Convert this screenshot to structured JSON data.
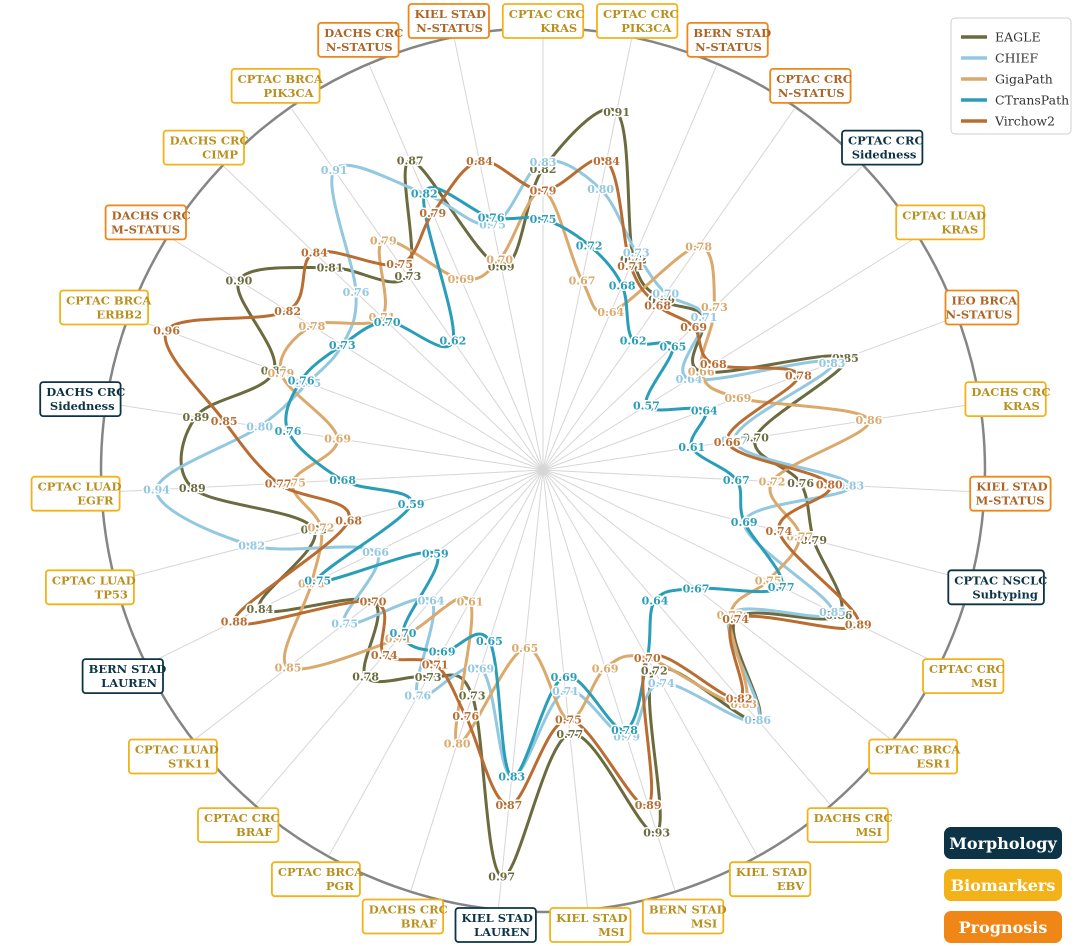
{
  "chart_data": {
    "type": "radar",
    "categories": [
      {
        "line1": "CPTAC CRC",
        "line2": "KRAS",
        "group": "biomarkers"
      },
      {
        "line1": "CPTAC CRC",
        "line2": "PIK3CA",
        "group": "biomarkers"
      },
      {
        "line1": "BERN STAD",
        "line2": "N-STATUS",
        "group": "prognosis"
      },
      {
        "line1": "CPTAC CRC",
        "line2": "N-STATUS",
        "group": "prognosis"
      },
      {
        "line1": "CPTAC CRC",
        "line2": "Sidedness",
        "group": "morphology"
      },
      {
        "line1": "CPTAC LUAD",
        "line2": "KRAS",
        "group": "biomarkers"
      },
      {
        "line1": "IEO BRCA",
        "line2": "N-STATUS",
        "group": "prognosis"
      },
      {
        "line1": "DACHS CRC",
        "line2": "KRAS",
        "group": "biomarkers"
      },
      {
        "line1": "KIEL STAD",
        "line2": "M-STATUS",
        "group": "prognosis"
      },
      {
        "line1": "CPTAC NSCLC",
        "line2": "Subtyping",
        "group": "morphology"
      },
      {
        "line1": "CPTAC CRC",
        "line2": "MSI",
        "group": "biomarkers"
      },
      {
        "line1": "CPTAC BRCA",
        "line2": "ESR1",
        "group": "biomarkers"
      },
      {
        "line1": "DACHS CRC",
        "line2": "MSI",
        "group": "biomarkers"
      },
      {
        "line1": "KIEL STAD",
        "line2": "EBV",
        "group": "biomarkers"
      },
      {
        "line1": "BERN STAD",
        "line2": "MSI",
        "group": "biomarkers"
      },
      {
        "line1": "KIEL STAD",
        "line2": "MSI",
        "group": "biomarkers"
      },
      {
        "line1": "KIEL STAD",
        "line2": "LAUREN",
        "group": "morphology"
      },
      {
        "line1": "DACHS CRC",
        "line2": "BRAF",
        "group": "biomarkers"
      },
      {
        "line1": "CPTAC BRCA",
        "line2": "PGR",
        "group": "biomarkers"
      },
      {
        "line1": "CPTAC CRC",
        "line2": "BRAF",
        "group": "biomarkers"
      },
      {
        "line1": "CPTAC LUAD",
        "line2": "STK11",
        "group": "biomarkers"
      },
      {
        "line1": "BERN STAD",
        "line2": "LAUREN",
        "group": "morphology"
      },
      {
        "line1": "CPTAC LUAD",
        "line2": "TP53",
        "group": "biomarkers"
      },
      {
        "line1": "CPTAC LUAD",
        "line2": "EGFR",
        "group": "biomarkers"
      },
      {
        "line1": "DACHS CRC",
        "line2": "Sidedness",
        "group": "morphology"
      },
      {
        "line1": "CPTAC BRCA",
        "line2": "ERBB2",
        "group": "biomarkers"
      },
      {
        "line1": "DACHS CRC",
        "line2": "M-STATUS",
        "group": "prognosis"
      },
      {
        "line1": "DACHS CRC",
        "line2": "CIMP",
        "group": "biomarkers"
      },
      {
        "line1": "CPTAC BRCA",
        "line2": "PIK3CA",
        "group": "biomarkers"
      },
      {
        "line1": "DACHS CRC",
        "line2": "N-STATUS",
        "group": "prognosis"
      },
      {
        "line1": "KIEL STAD",
        "line2": "N-STATUS",
        "group": "prognosis"
      }
    ],
    "series": [
      {
        "name": "EAGLE",
        "color": "#6b6b3f",
        "values": [
          0.82,
          0.91,
          0.72,
          0.69,
          0.71,
          0.66,
          0.85,
          0.7,
          0.76,
          0.79,
          0.86,
          0.74,
          0.86,
          0.72,
          0.93,
          0.77,
          0.97,
          0.73,
          0.73,
          0.78,
          0.7,
          0.84,
          0.73,
          0.89,
          0.89,
          0.8,
          0.9,
          0.81,
          0.73,
          0.87,
          0.69
        ]
      },
      {
        "name": "CHIEF",
        "color": "#92c8e0",
        "values": [
          0.83,
          0.8,
          0.73,
          0.7,
          0.71,
          0.64,
          0.83,
          0.67,
          0.83,
          0.69,
          0.85,
          0.73,
          0.86,
          0.74,
          0.79,
          0.71,
          0.83,
          0.69,
          0.76,
          0.64,
          0.75,
          0.66,
          0.82,
          0.94,
          0.8,
          0.75,
          0.73,
          0.76,
          0.91,
          0.82,
          0.75
        ]
      },
      {
        "name": "GigaPath",
        "color": "#dba96c",
        "values": [
          0.79,
          0.67,
          0.64,
          0.78,
          0.73,
          0.66,
          0.69,
          0.86,
          0.72,
          0.77,
          0.75,
          0.73,
          0.83,
          0.7,
          0.69,
          0.75,
          0.65,
          0.8,
          0.61,
          0.71,
          0.85,
          0.76,
          0.72,
          0.75,
          0.69,
          0.79,
          0.78,
          0.71,
          0.79,
          0.69,
          0.7
        ]
      },
      {
        "name": "CTransPath",
        "color": "#2a9eb8",
        "values": [
          0.75,
          0.72,
          0.68,
          0.62,
          0.65,
          0.57,
          0.64,
          0.61,
          0.67,
          0.69,
          0.77,
          0.67,
          0.64,
          0.7,
          0.78,
          0.69,
          0.83,
          0.65,
          0.69,
          0.7,
          0.59,
          0.75,
          0.59,
          0.68,
          0.76,
          0.76,
          0.73,
          0.7,
          0.62,
          0.82,
          0.76
        ]
      },
      {
        "name": "Virchow2",
        "color": "#b96d32",
        "values": [
          0.79,
          0.84,
          0.71,
          0.68,
          0.69,
          0.68,
          0.78,
          0.66,
          0.8,
          0.74,
          0.89,
          0.74,
          0.82,
          0.7,
          0.89,
          0.75,
          0.87,
          0.76,
          0.71,
          0.74,
          0.7,
          0.88,
          0.68,
          0.77,
          0.85,
          0.96,
          0.82,
          0.84,
          0.75,
          0.79,
          0.84
        ]
      }
    ],
    "rlim": [
      0.4,
      1.0
    ],
    "legend_position": "top-right",
    "grid": true
  },
  "groups": {
    "morphology": {
      "label": "Morphology",
      "color": "#0d3446",
      "text_color": "#0d3446"
    },
    "biomarkers": {
      "label": "Biomarkers",
      "color": "#f3b318",
      "text_color": "#b8901f"
    },
    "prognosis": {
      "label": "Prognosis",
      "color": "#f08616",
      "text_color": "#ad6424"
    }
  }
}
